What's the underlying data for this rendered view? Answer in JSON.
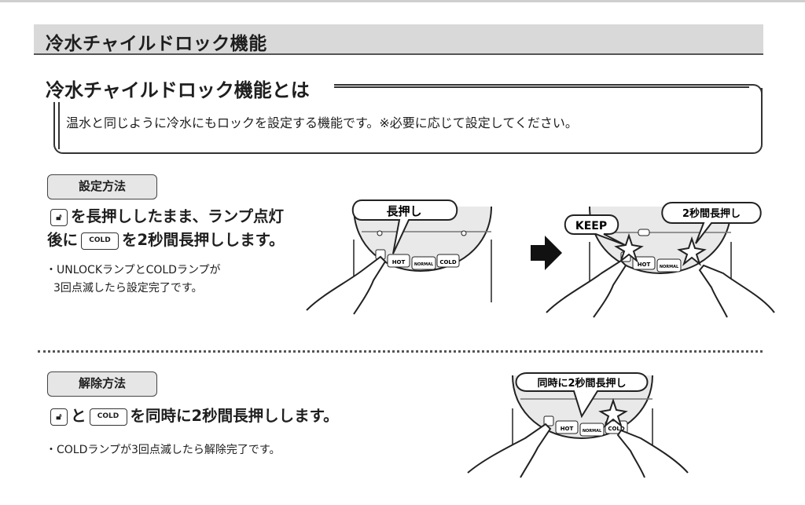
{
  "section": {
    "title": "冷水チャイルドロック機能"
  },
  "overview": {
    "heading": "冷水チャイルドロック機能とは",
    "description": "温水と同じように冷水にもロックを設定する機能です。※必要に応じて設定してください。"
  },
  "setting": {
    "tab_label": "設定方法",
    "instruction_part1": "を長押ししたまま、ランプ点灯",
    "instruction_part2": "後に",
    "instruction_part3": "を2秒間長押しします。",
    "note_line1": "・UNLOCKランプとCOLDランプが",
    "note_line2": "3回点滅したら設定完了です。",
    "callout_long_press": "長押し",
    "callout_keep": "KEEP",
    "callout_two_sec": "2秒間長押し"
  },
  "release": {
    "tab_label": "解除方法",
    "instruction_and": "と",
    "instruction_rest": "を同時に2秒間長押しします。",
    "note": "・COLDランプが3回点滅したら解除完了です。",
    "callout_simultaneous": "同時に2秒間長押し"
  },
  "buttons": {
    "cold": "COLD",
    "hot": "HOT",
    "normal": "NORMAL",
    "lock_icon": "unlock-icon"
  },
  "colors": {
    "section_bar": "#d9d9d9",
    "tab_fill": "#e6e6e6",
    "ink": "#1e1e1e"
  }
}
